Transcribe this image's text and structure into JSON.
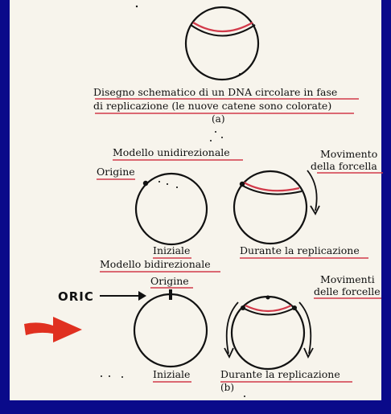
{
  "caption_line1": "Disegno schematico di un DNA circolare in fase",
  "caption_line2": "di replicazione (le nuove catene sono colorate)",
  "label_a": "(a)",
  "unidirectional": {
    "title": "Modello unidirezionale",
    "origin": "Origine",
    "fork_movement_1": "Movimento",
    "fork_movement_2": "della forcella",
    "initial": "Iniziale",
    "during": "Durante la replicazione"
  },
  "bidirectional": {
    "title": "Modello bidirezionale",
    "origin": "Origine",
    "fork_movement_1": "Movimenti",
    "fork_movement_2": "delle forcelle",
    "initial": "Iniziale",
    "during": "Durante la replicazione",
    "label_b": "(b)"
  },
  "annotation_oric": "ORIC",
  "colors": {
    "background": "#0a0a8a",
    "paper": "#f7f4ec",
    "ink": "#111111",
    "new_strand": "#d23a4a",
    "underline": "#d23a4a",
    "arrow": "#e03020"
  }
}
